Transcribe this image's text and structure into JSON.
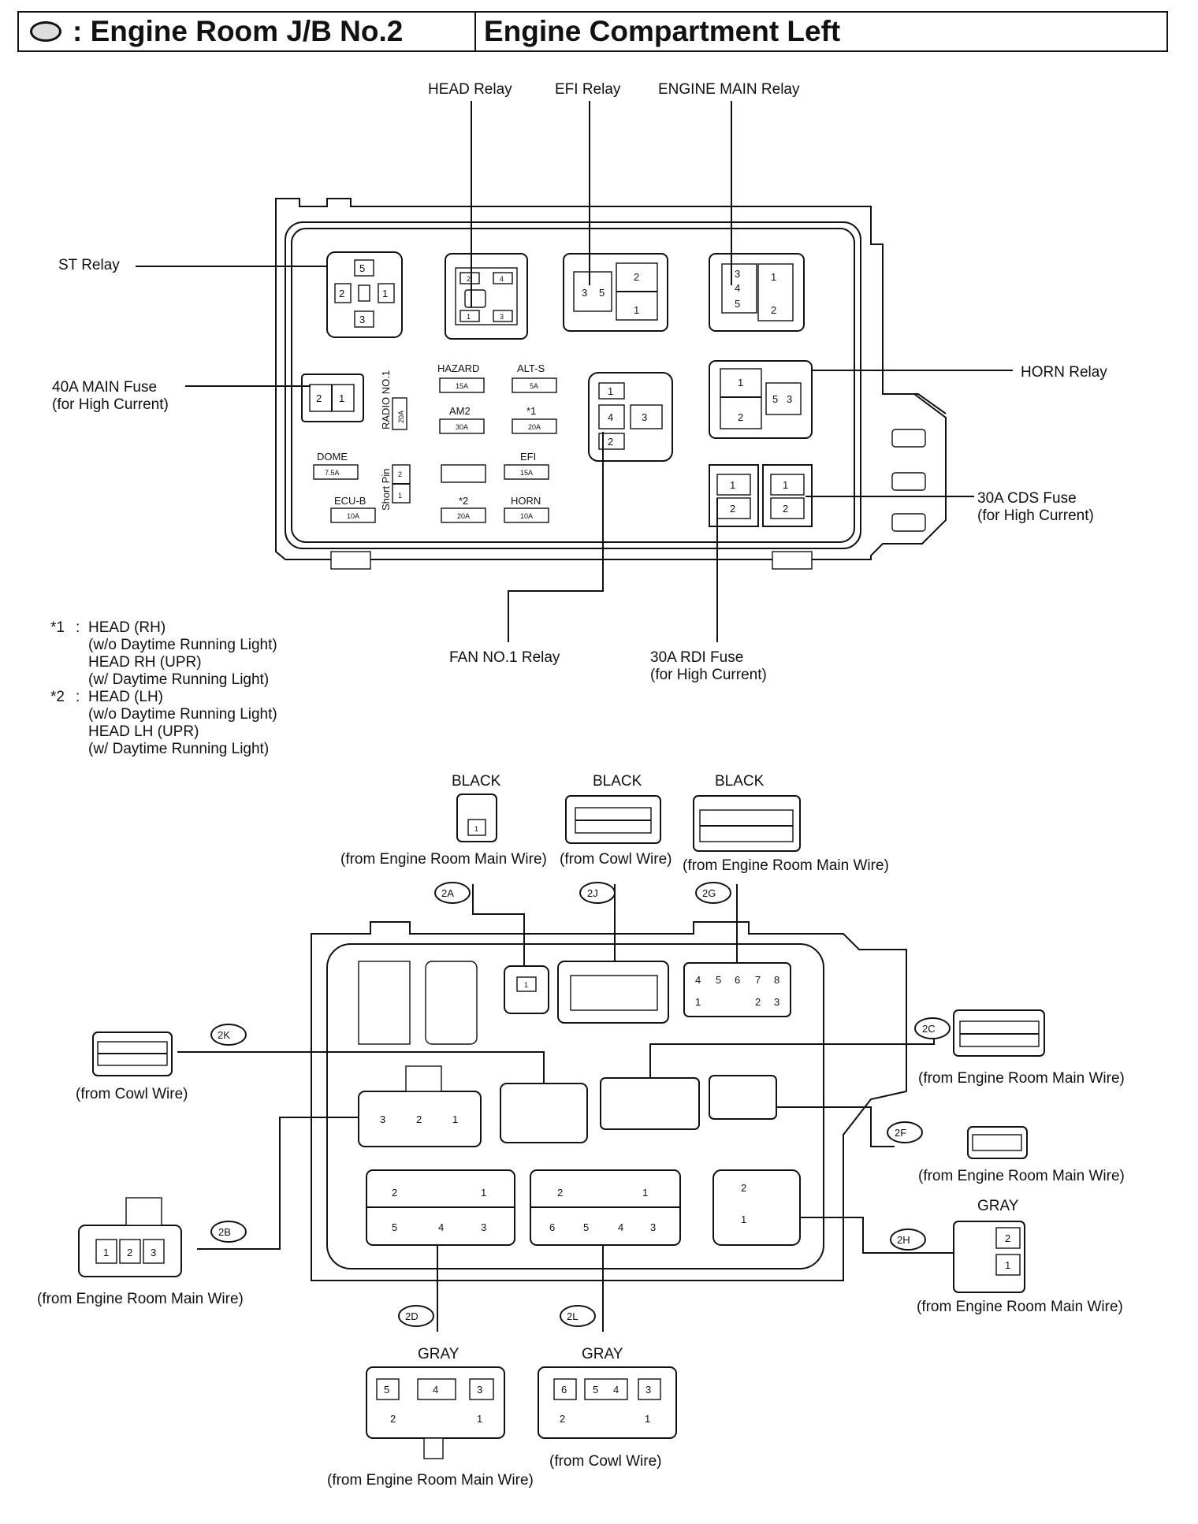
{
  "title": {
    "left": ": Engine Room J/B No.2",
    "right": "Engine Compartment Left"
  },
  "relays": {
    "head": "HEAD Relay",
    "efi": "EFI Relay",
    "engine_main": "ENGINE MAIN Relay",
    "st": "ST Relay",
    "horn": "HORN Relay",
    "fan_no1": "FAN NO.1 Relay"
  },
  "fuses": {
    "main_40a": "40A MAIN Fuse",
    "main_40a_note": "(for High Current)",
    "cds_30a": "30A CDS Fuse",
    "cds_30a_note": "(for High Current)",
    "rdi_30a": "30A RDI Fuse",
    "rdi_30a_note": "(for High Current)",
    "hazard": "HAZARD",
    "hazard_amp": "15A",
    "alt_s": "ALT-S",
    "alt_s_amp": "5A",
    "am2": "AM2",
    "am2_amp": "30A",
    "star1": "*1",
    "star1_amp": "20A",
    "dome": "DOME",
    "dome_amp": "7.5A",
    "ecu_b": "ECU-B",
    "ecu_b_amp": "10A",
    "efi": "EFI",
    "efi_amp": "15A",
    "star2": "*2",
    "star2_amp": "20A",
    "horn": "HORN",
    "horn_amp": "10A",
    "radio_no1": "RADIO NO.1",
    "radio_no1_amp": "20A",
    "short_pin": "Short Pin"
  },
  "notes": [
    {
      "mark": "*1",
      "sep": ":",
      "lines": [
        "HEAD (RH)",
        "(w/o Daytime Running Light)",
        "HEAD RH (UPR)",
        "(w/ Daytime Running Light)"
      ]
    },
    {
      "mark": "*2",
      "sep": ":",
      "lines": [
        "HEAD (LH)",
        "(w/o Daytime Running Light)",
        "HEAD LH (UPR)",
        "(w/ Daytime Running Light)"
      ]
    }
  ],
  "connectors": {
    "c2A": {
      "id": "2A",
      "color": "BLACK",
      "source": "(from Engine Room Main Wire)"
    },
    "c2J": {
      "id": "2J",
      "color": "BLACK",
      "source": "(from Cowl Wire)"
    },
    "c2G": {
      "id": "2G",
      "color": "BLACK",
      "source": "(from Engine Room Main Wire)"
    },
    "c2K": {
      "id": "2K",
      "source": "(from Cowl Wire)"
    },
    "c2C": {
      "id": "2C",
      "source": "(from Engine Room Main Wire)"
    },
    "c2F": {
      "id": "2F",
      "source": "(from Engine Room Main Wire)"
    },
    "c2B": {
      "id": "2B",
      "source": "(from Engine Room Main Wire)"
    },
    "c2H": {
      "id": "2H",
      "color": "GRAY",
      "source": "(from Engine Room Main Wire)"
    },
    "c2D": {
      "id": "2D",
      "color": "GRAY",
      "source": "(from Engine Room Main Wire)"
    },
    "c2L": {
      "id": "2L",
      "color": "GRAY",
      "source": "(from Cowl Wire)"
    }
  }
}
